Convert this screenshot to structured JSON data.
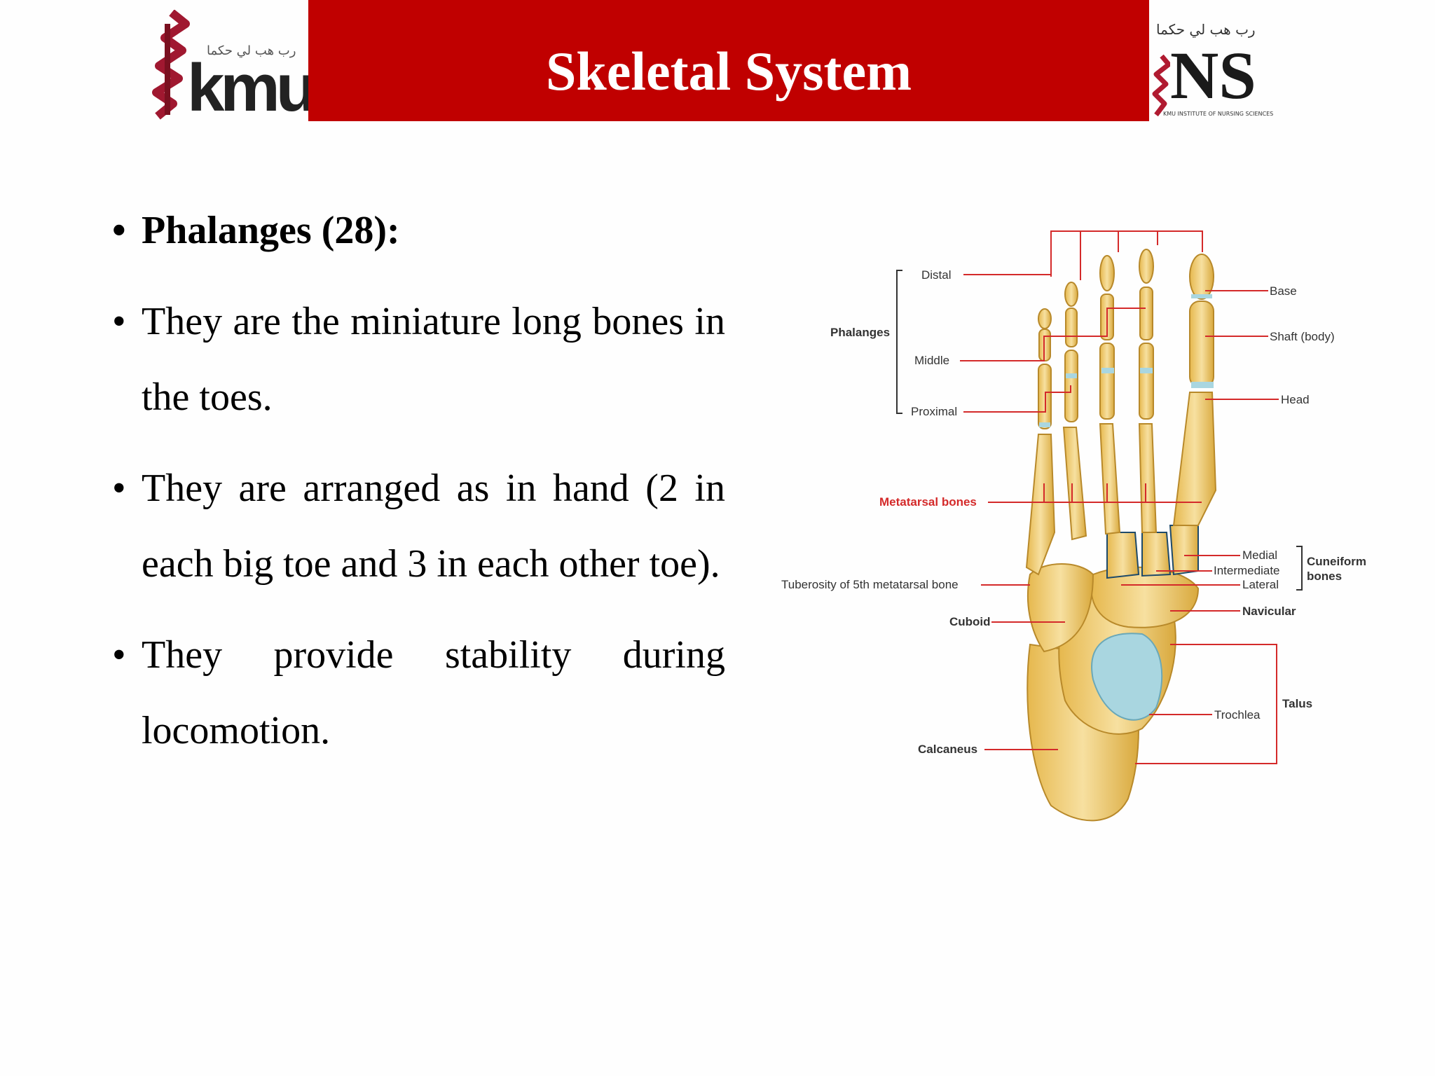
{
  "header": {
    "title": "Skeletal System",
    "logo_left": {
      "wordmark": "kmu",
      "arabic": "رب هب لي حكما"
    },
    "logo_right": {
      "wordmark": "NS",
      "arabic": "رب هب لي حكما",
      "subtext": "KMU INSTITUTE OF NURSING SCIENCES"
    }
  },
  "content": {
    "heading": "Phalanges (28):",
    "bullets": [
      "They are the miniature long bones in the toes.",
      "They are arranged as in hand (2 in each big toe and 3 in each other toe).",
      "They provide stability during locomotion."
    ]
  },
  "diagram": {
    "labels": {
      "distal": "Distal",
      "phalanges": "Phalanges",
      "middle": "Middle",
      "proximal": "Proximal",
      "metatarsal": "Metatarsal bones",
      "tuberosity": "Tuberosity of 5th metatarsal bone",
      "cuboid": "Cuboid",
      "calcaneus": "Calcaneus",
      "base": "Base",
      "shaft": "Shaft (body)",
      "head": "Head",
      "medial": "Medial",
      "intermediate": "Intermediate",
      "lateral": "Lateral",
      "cuneiform_1": "Cuneiform",
      "cuneiform_2": "bones",
      "navicular": "Navicular",
      "talus": "Talus",
      "trochlea": "Trochlea"
    },
    "colors": {
      "leader": "#d42a2a",
      "bone": "#f2d27a",
      "bone_shade": "#d9a93d",
      "cartilage": "#a9d6e0",
      "highlight_label": "#d42a2a"
    }
  }
}
